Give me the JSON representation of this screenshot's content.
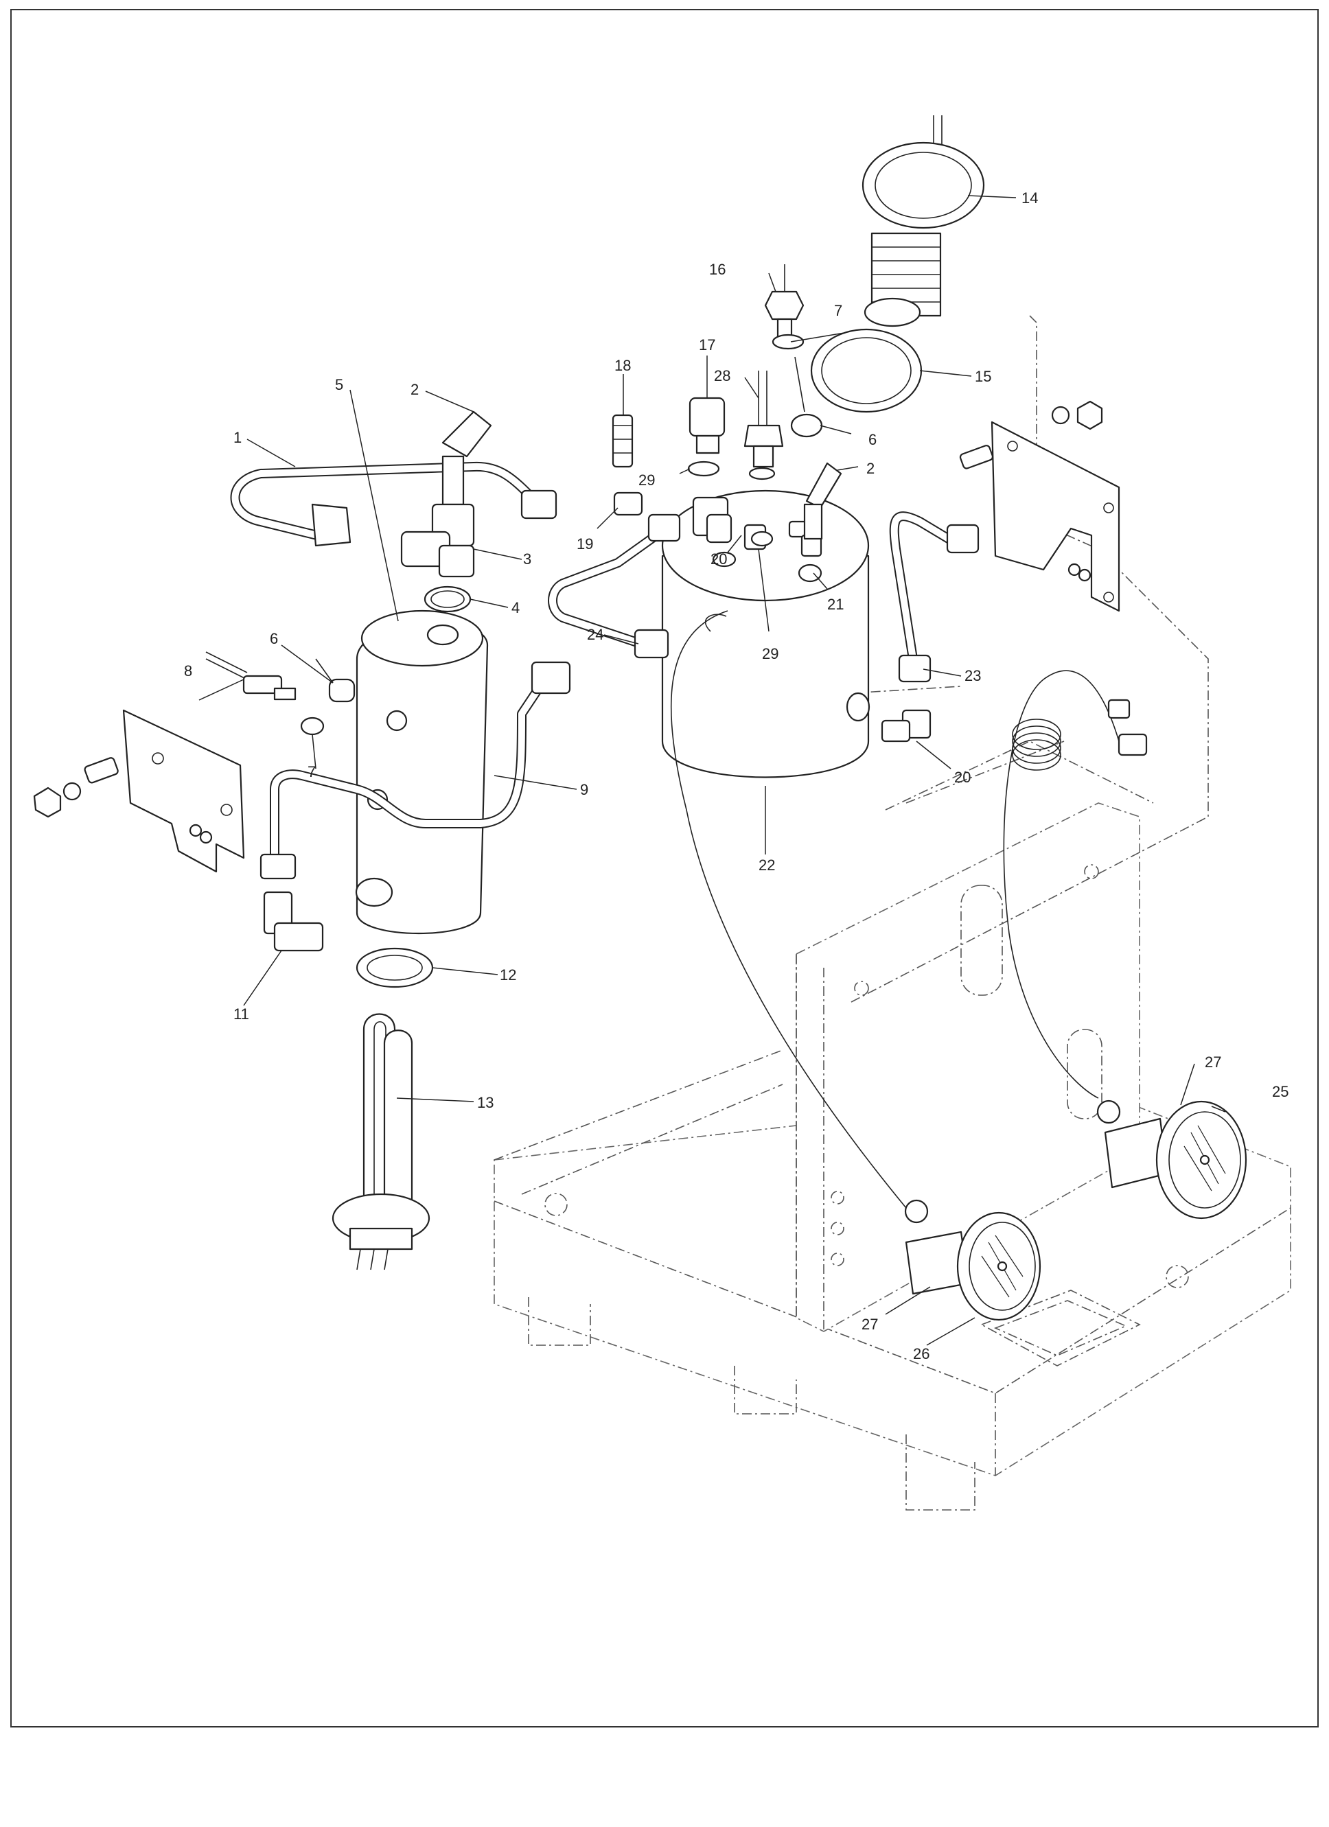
{
  "callouts": [
    {
      "id": "1",
      "text": "1"
    },
    {
      "id": "2a",
      "text": "2"
    },
    {
      "id": "2b",
      "text": "2"
    },
    {
      "id": "3",
      "text": "3"
    },
    {
      "id": "4",
      "text": "4"
    },
    {
      "id": "5",
      "text": "5"
    },
    {
      "id": "6a",
      "text": "6"
    },
    {
      "id": "6b",
      "text": "6"
    },
    {
      "id": "7a",
      "text": "7"
    },
    {
      "id": "7b",
      "text": "7"
    },
    {
      "id": "8",
      "text": "8"
    },
    {
      "id": "9",
      "text": "9"
    },
    {
      "id": "11",
      "text": "11"
    },
    {
      "id": "12",
      "text": "12"
    },
    {
      "id": "13",
      "text": "13"
    },
    {
      "id": "14",
      "text": "14"
    },
    {
      "id": "15",
      "text": "15"
    },
    {
      "id": "16",
      "text": "16"
    },
    {
      "id": "17",
      "text": "17"
    },
    {
      "id": "18",
      "text": "18"
    },
    {
      "id": "19",
      "text": "19"
    },
    {
      "id": "20a",
      "text": "20"
    },
    {
      "id": "20b",
      "text": "20"
    },
    {
      "id": "21",
      "text": "21"
    },
    {
      "id": "22",
      "text": "22"
    },
    {
      "id": "23",
      "text": "23"
    },
    {
      "id": "24",
      "text": "24"
    },
    {
      "id": "25",
      "text": "25"
    },
    {
      "id": "26",
      "text": "26"
    },
    {
      "id": "27a",
      "text": "27"
    },
    {
      "id": "27b",
      "text": "27"
    },
    {
      "id": "28",
      "text": "28"
    },
    {
      "id": "29a",
      "text": "29"
    },
    {
      "id": "29b",
      "text": "29"
    }
  ]
}
